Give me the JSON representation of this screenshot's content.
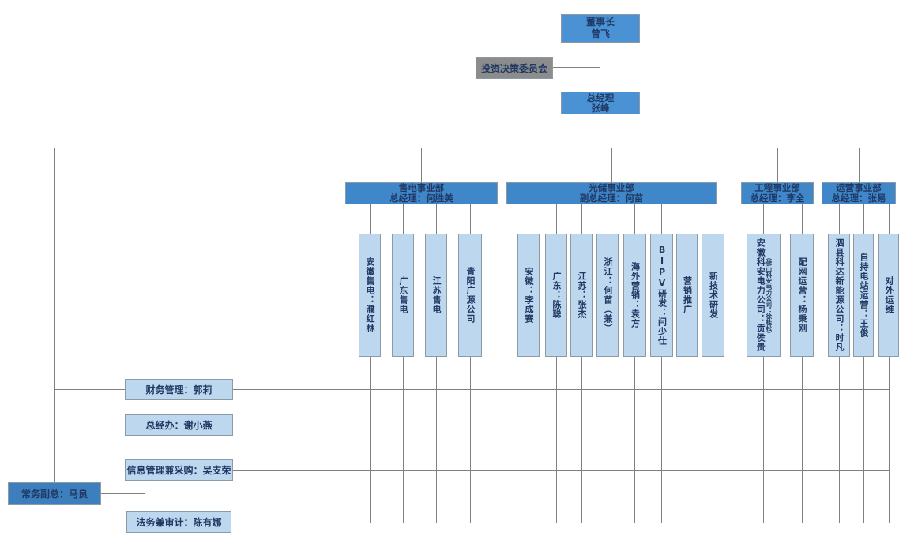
{
  "org": {
    "chairman": {
      "title": "董事长",
      "name": "曾飞"
    },
    "committee": {
      "label": "投资决策委员会"
    },
    "general_manager": {
      "title": "总经理",
      "name": "张峰"
    },
    "deputy": {
      "label": "常务副总：马良"
    },
    "departments": [
      {
        "title": "售电事业部",
        "subtitle": "总经理：何胜美",
        "children": [
          {
            "label": "安徽售电：濮红林"
          },
          {
            "label": "广东售电"
          },
          {
            "label": "江苏售电"
          },
          {
            "label": "青阳广源公司"
          }
        ]
      },
      {
        "title": "光储事业部",
        "subtitle": "副总经理：何苗",
        "children": [
          {
            "label": "安徽：李成赛"
          },
          {
            "label": "广东：陈聪"
          },
          {
            "label": "江苏：张杰"
          },
          {
            "label": "浙江：何苗（兼）"
          },
          {
            "label": "海外营销：袁方"
          },
          {
            "label": "BIPV研发：闫少仕"
          },
          {
            "label": "营销推广"
          },
          {
            "label": "新技术研发"
          }
        ]
      },
      {
        "title": "工程事业部",
        "subtitle": "总经理：李全",
        "children": [
          {
            "label": "安徽科安电力公司：贡侯贵",
            "note": "（佛山科安电力公司：徐桂松）"
          },
          {
            "label": "配网运营：杨秉刚"
          }
        ]
      },
      {
        "title": "运营事业部",
        "subtitle": "总经理：张易",
        "children": [
          {
            "label": "泗县科达新能源公司：时凡"
          },
          {
            "label": "自持电站运营：王俊"
          },
          {
            "label": "对外运维"
          }
        ]
      }
    ],
    "functions": [
      {
        "label": "财务管理：郭莉"
      },
      {
        "label": "总经办：谢小燕"
      },
      {
        "label": "信息管理兼采购：吴支荣"
      },
      {
        "label": "法务兼审计：陈有娜"
      }
    ],
    "colors": {
      "node_blue": "#4A92D4",
      "header_blue": "#3F87C9",
      "deputy_blue": "#3D7EBC",
      "light_blue": "#BDD7EE",
      "gray": "#8C8C8C",
      "text_navy": "#1F3864",
      "line_gray": "#808080"
    }
  }
}
